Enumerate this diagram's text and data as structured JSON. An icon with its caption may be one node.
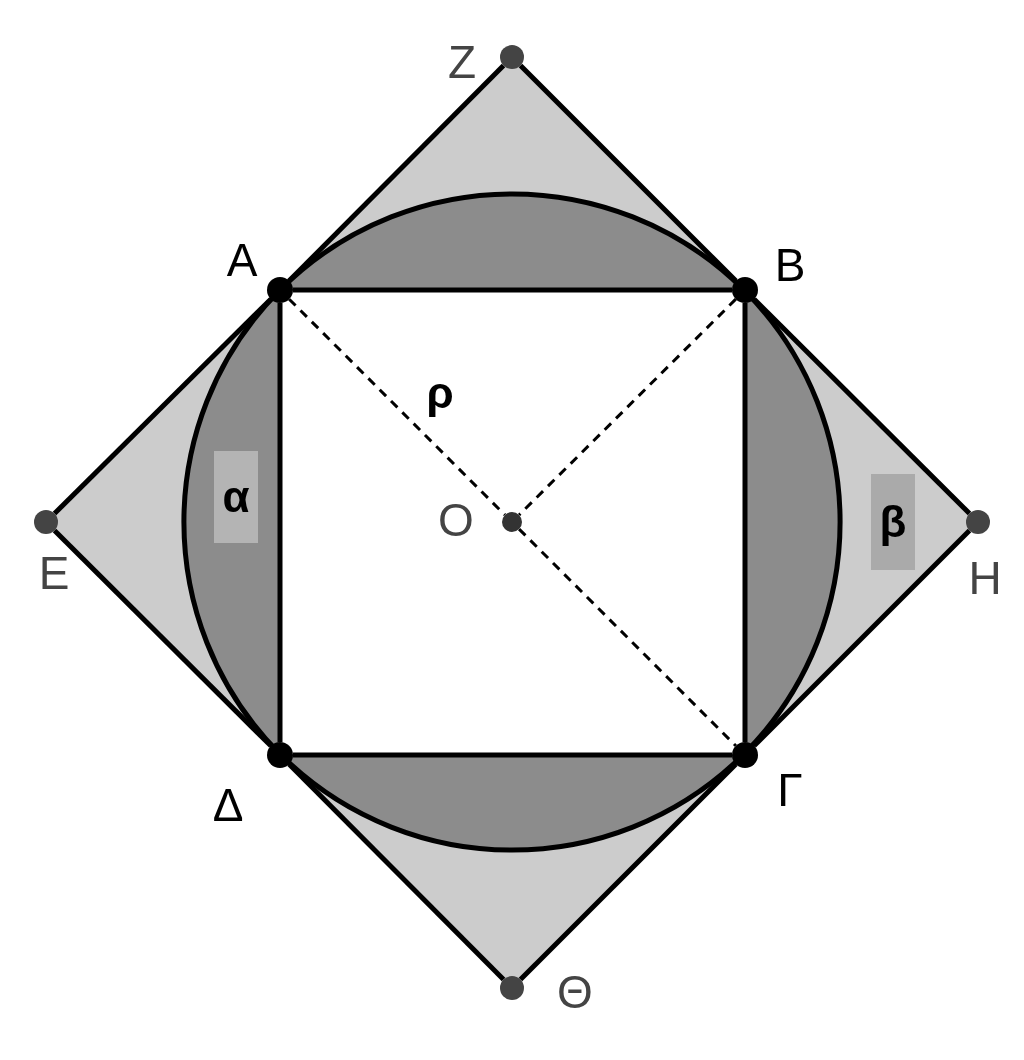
{
  "diagram": {
    "nodes": [
      {
        "text": [
          "Z"
        ]
      },
      {
        "text": [
          "A"
        ]
      },
      {
        "text": [
          "B"
        ]
      },
      {
        "text": [
          "E"
        ]
      },
      {
        "text": [
          "O"
        ]
      },
      {
        "text": [
          "H"
        ]
      },
      {
        "text": [
          "Δ"
        ]
      },
      {
        "text": [
          "Γ"
        ]
      },
      {
        "text": [
          "Θ"
        ]
      }
    ],
    "edges": [
      {
        "from": 1,
        "to": 2,
        "arrow": "none"
      },
      {
        "from": 2,
        "to": 7,
        "arrow": "none"
      },
      {
        "from": 7,
        "to": 6,
        "arrow": "none"
      },
      {
        "from": 6,
        "to": 1,
        "arrow": "none"
      },
      {
        "from": 1,
        "to": 0,
        "arrow": "none"
      },
      {
        "from": 0,
        "to": 2,
        "arrow": "none"
      },
      {
        "from": 2,
        "to": 5,
        "arrow": "none"
      },
      {
        "from": 5,
        "to": 7,
        "arrow": "none"
      },
      {
        "from": 7,
        "to": 8,
        "arrow": "none"
      },
      {
        "from": 8,
        "to": 6,
        "arrow": "none"
      },
      {
        "from": 6,
        "to": 3,
        "arrow": "none"
      },
      {
        "from": 3,
        "to": 1,
        "arrow": "none"
      },
      {
        "from": 1,
        "to": 4,
        "arrow": "none",
        "style": "dashed",
        "label": "ρ"
      },
      {
        "from": 4,
        "to": 7,
        "arrow": "none",
        "style": "dashed"
      },
      {
        "from": 2,
        "to": 4,
        "arrow": "none",
        "style": "dashed"
      }
    ],
    "labels": [
      "α",
      "β"
    ]
  }
}
